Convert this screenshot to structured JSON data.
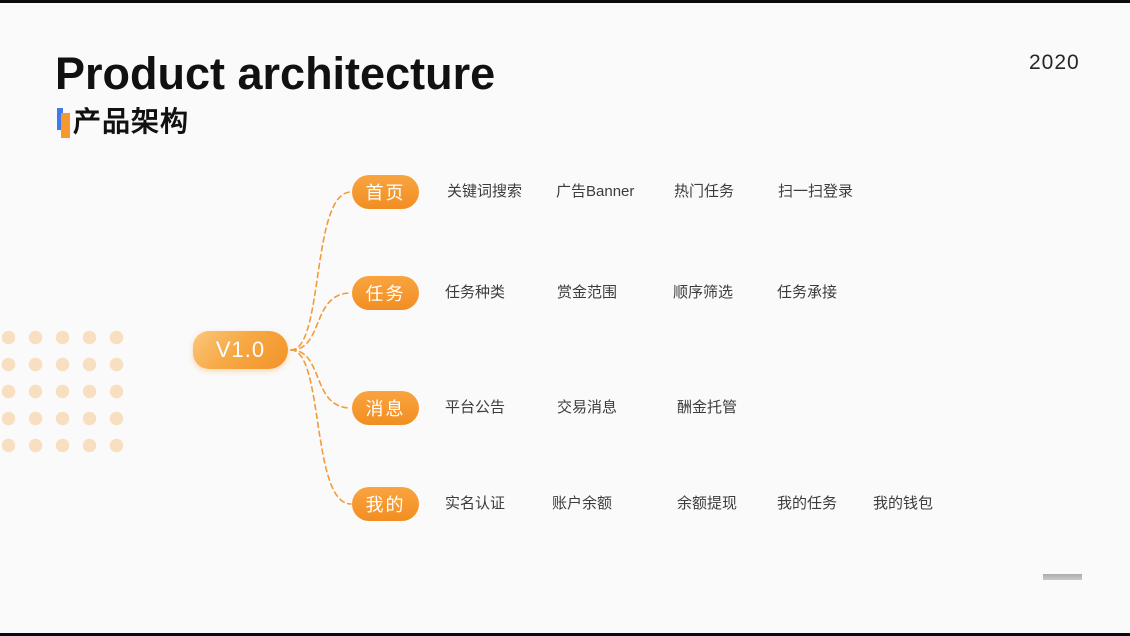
{
  "slide": {
    "title": "Product architecture",
    "subtitle": "产品架构",
    "year": "2020"
  },
  "colors": {
    "background": "#FAFAFA",
    "letterbox": "#0B0B0B",
    "accent_orange": "#F7982E",
    "accent_blue": "#3F7AF0",
    "node_gradient_start": "#FBC87D",
    "node_gradient_end": "#F39228",
    "pill_orange": "#F79A32",
    "connector_orange": "#F59A38",
    "dot_decoration": "#F9DFC2",
    "leaf_text": "#3C3C3C",
    "footer_bar_gray": "#B3B3B3"
  },
  "mindmap": {
    "root": "V1.0",
    "branches": [
      {
        "label": "首页",
        "children": [
          "关键词搜索",
          "广告Banner",
          "热门任务",
          "扫一扫登录"
        ]
      },
      {
        "label": "任务",
        "children": [
          "任务种类",
          "赏金范围",
          "顺序筛选",
          "任务承接"
        ]
      },
      {
        "label": "消息",
        "children": [
          "平台公告",
          "交易消息",
          "酬金托管"
        ]
      },
      {
        "label": "我的",
        "children": [
          "实名认证",
          "账户余额",
          "余额提现",
          "我的任务",
          "我的钱包"
        ]
      }
    ]
  }
}
